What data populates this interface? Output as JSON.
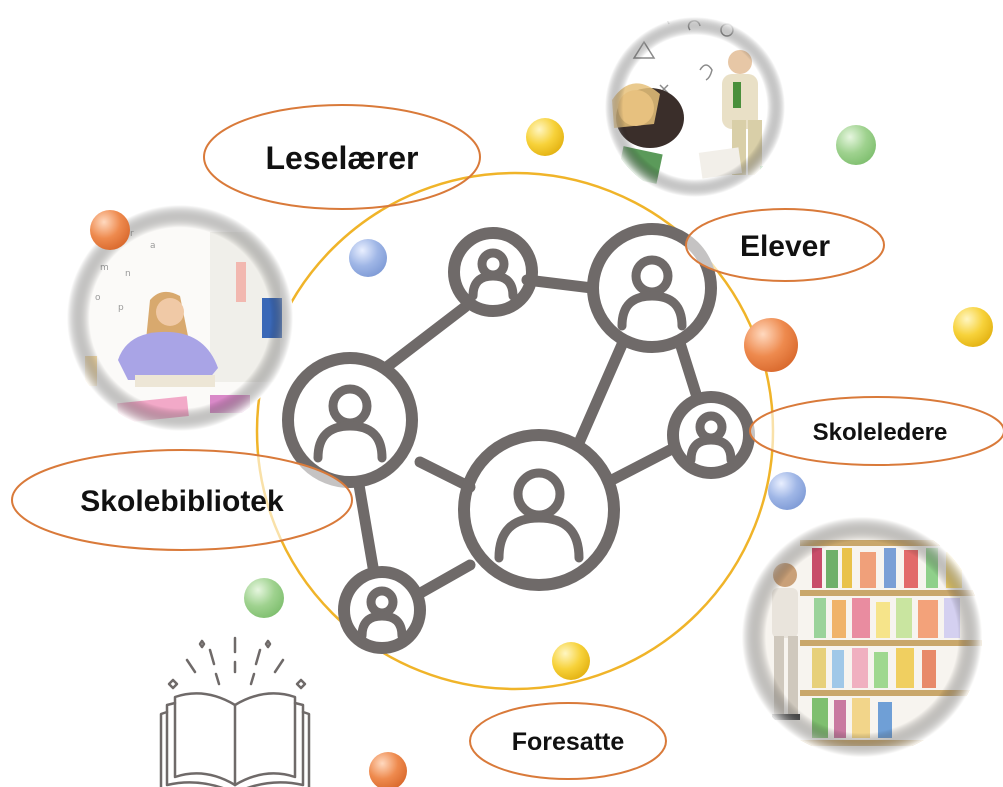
{
  "labels": {
    "leselaerer": "Leselærer",
    "elever": "Elever",
    "skoleledere": "Skoleledere",
    "skolebibliotek": "Skolebibliotek",
    "foresatte": "Foresatte"
  },
  "colors": {
    "outline_orange": "#d97a3a",
    "ring_yellow": "#f0b429",
    "network_gray": "#6f6a69",
    "bubble_orange": "#ee8a4e",
    "bubble_yellow": "#f7d23a",
    "bubble_green": "#9fd28f",
    "bubble_blue": "#9fb6e6"
  },
  "icons": {
    "network": "people-network-icon",
    "book": "open-book-icon"
  }
}
